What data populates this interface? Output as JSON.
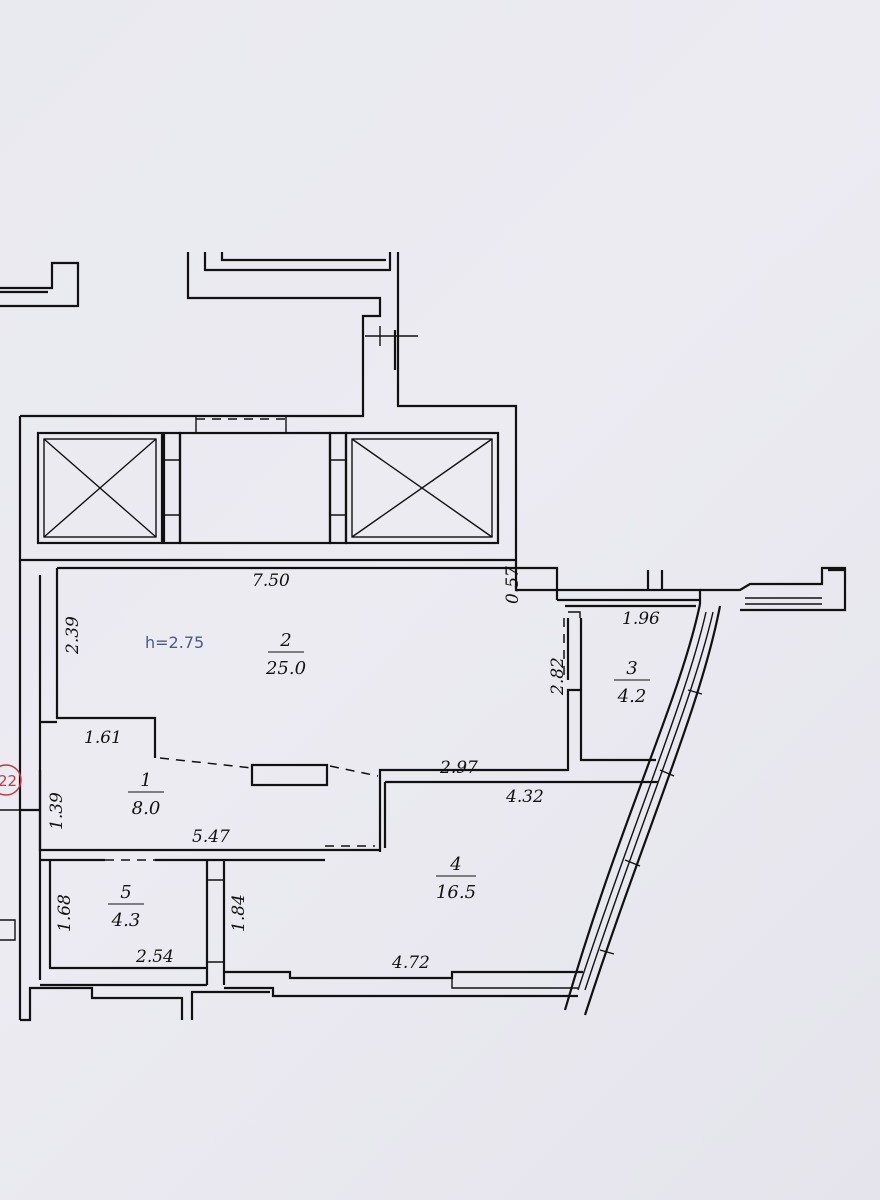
{
  "ceiling_height": "h=2.75",
  "axis_marker": "22",
  "rooms": [
    {
      "number": "1",
      "area": "8.0"
    },
    {
      "number": "2",
      "area": "25.0"
    },
    {
      "number": "3",
      "area": "4.2"
    },
    {
      "number": "4",
      "area": "16.5"
    },
    {
      "number": "5",
      "area": "4.3"
    }
  ],
  "dimensions": {
    "hall_top": "7.50",
    "hall_left": "2.39",
    "notch": "0.57",
    "bath_top": "1.96",
    "bath_side": "2.82",
    "entry_top": "1.61",
    "entry_left": "1.39",
    "bedroom_top_a": "2.97",
    "bedroom_top_b": "4.32",
    "corridor": "5.47",
    "wc_left": "1.68",
    "wc_right": "1.84",
    "wc_bottom": "2.54",
    "bedroom_bottom": "4.72"
  }
}
